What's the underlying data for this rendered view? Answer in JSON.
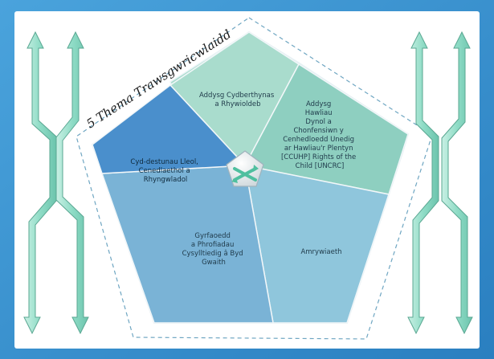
{
  "title": "5 Thema Trawsgwricwlaidd",
  "colors": {
    "background": "#2f88c8",
    "panel": "#ffffff",
    "seg_top": "#a9dccd",
    "seg_right_upper": "#8ecfc0",
    "seg_right_lower": "#8fc6dc",
    "seg_bottom": "#7ab3d6",
    "seg_left": "#4a8fcc",
    "arrows": "#8fdcc6"
  },
  "segments": [
    {
      "id": "top",
      "lines": [
        "Addysg Cydberthynas",
        "a Rhywioldeb"
      ]
    },
    {
      "id": "right-upper",
      "lines": [
        "Addysg",
        "Hawliau",
        "Dynol a",
        "Chonfensiwn y",
        "Cenhedloedd Unedig",
        "ar Hawliau'r Plentyn",
        "[CCUHP] Rights of the",
        "Child [UNCRC]"
      ]
    },
    {
      "id": "right-lower",
      "lines": [
        "Amrywiaeth"
      ]
    },
    {
      "id": "bottom",
      "lines": [
        "Gyrfaoedd",
        "a Phrofiadau",
        "Cysylltiedig â Byd",
        "Gwaith"
      ]
    },
    {
      "id": "left",
      "lines": [
        "Cyd-destunau Lleol,",
        "Cenedlaethol a",
        "Rhyngwladol"
      ]
    }
  ],
  "center_icon": "crossed-arrows-icon"
}
